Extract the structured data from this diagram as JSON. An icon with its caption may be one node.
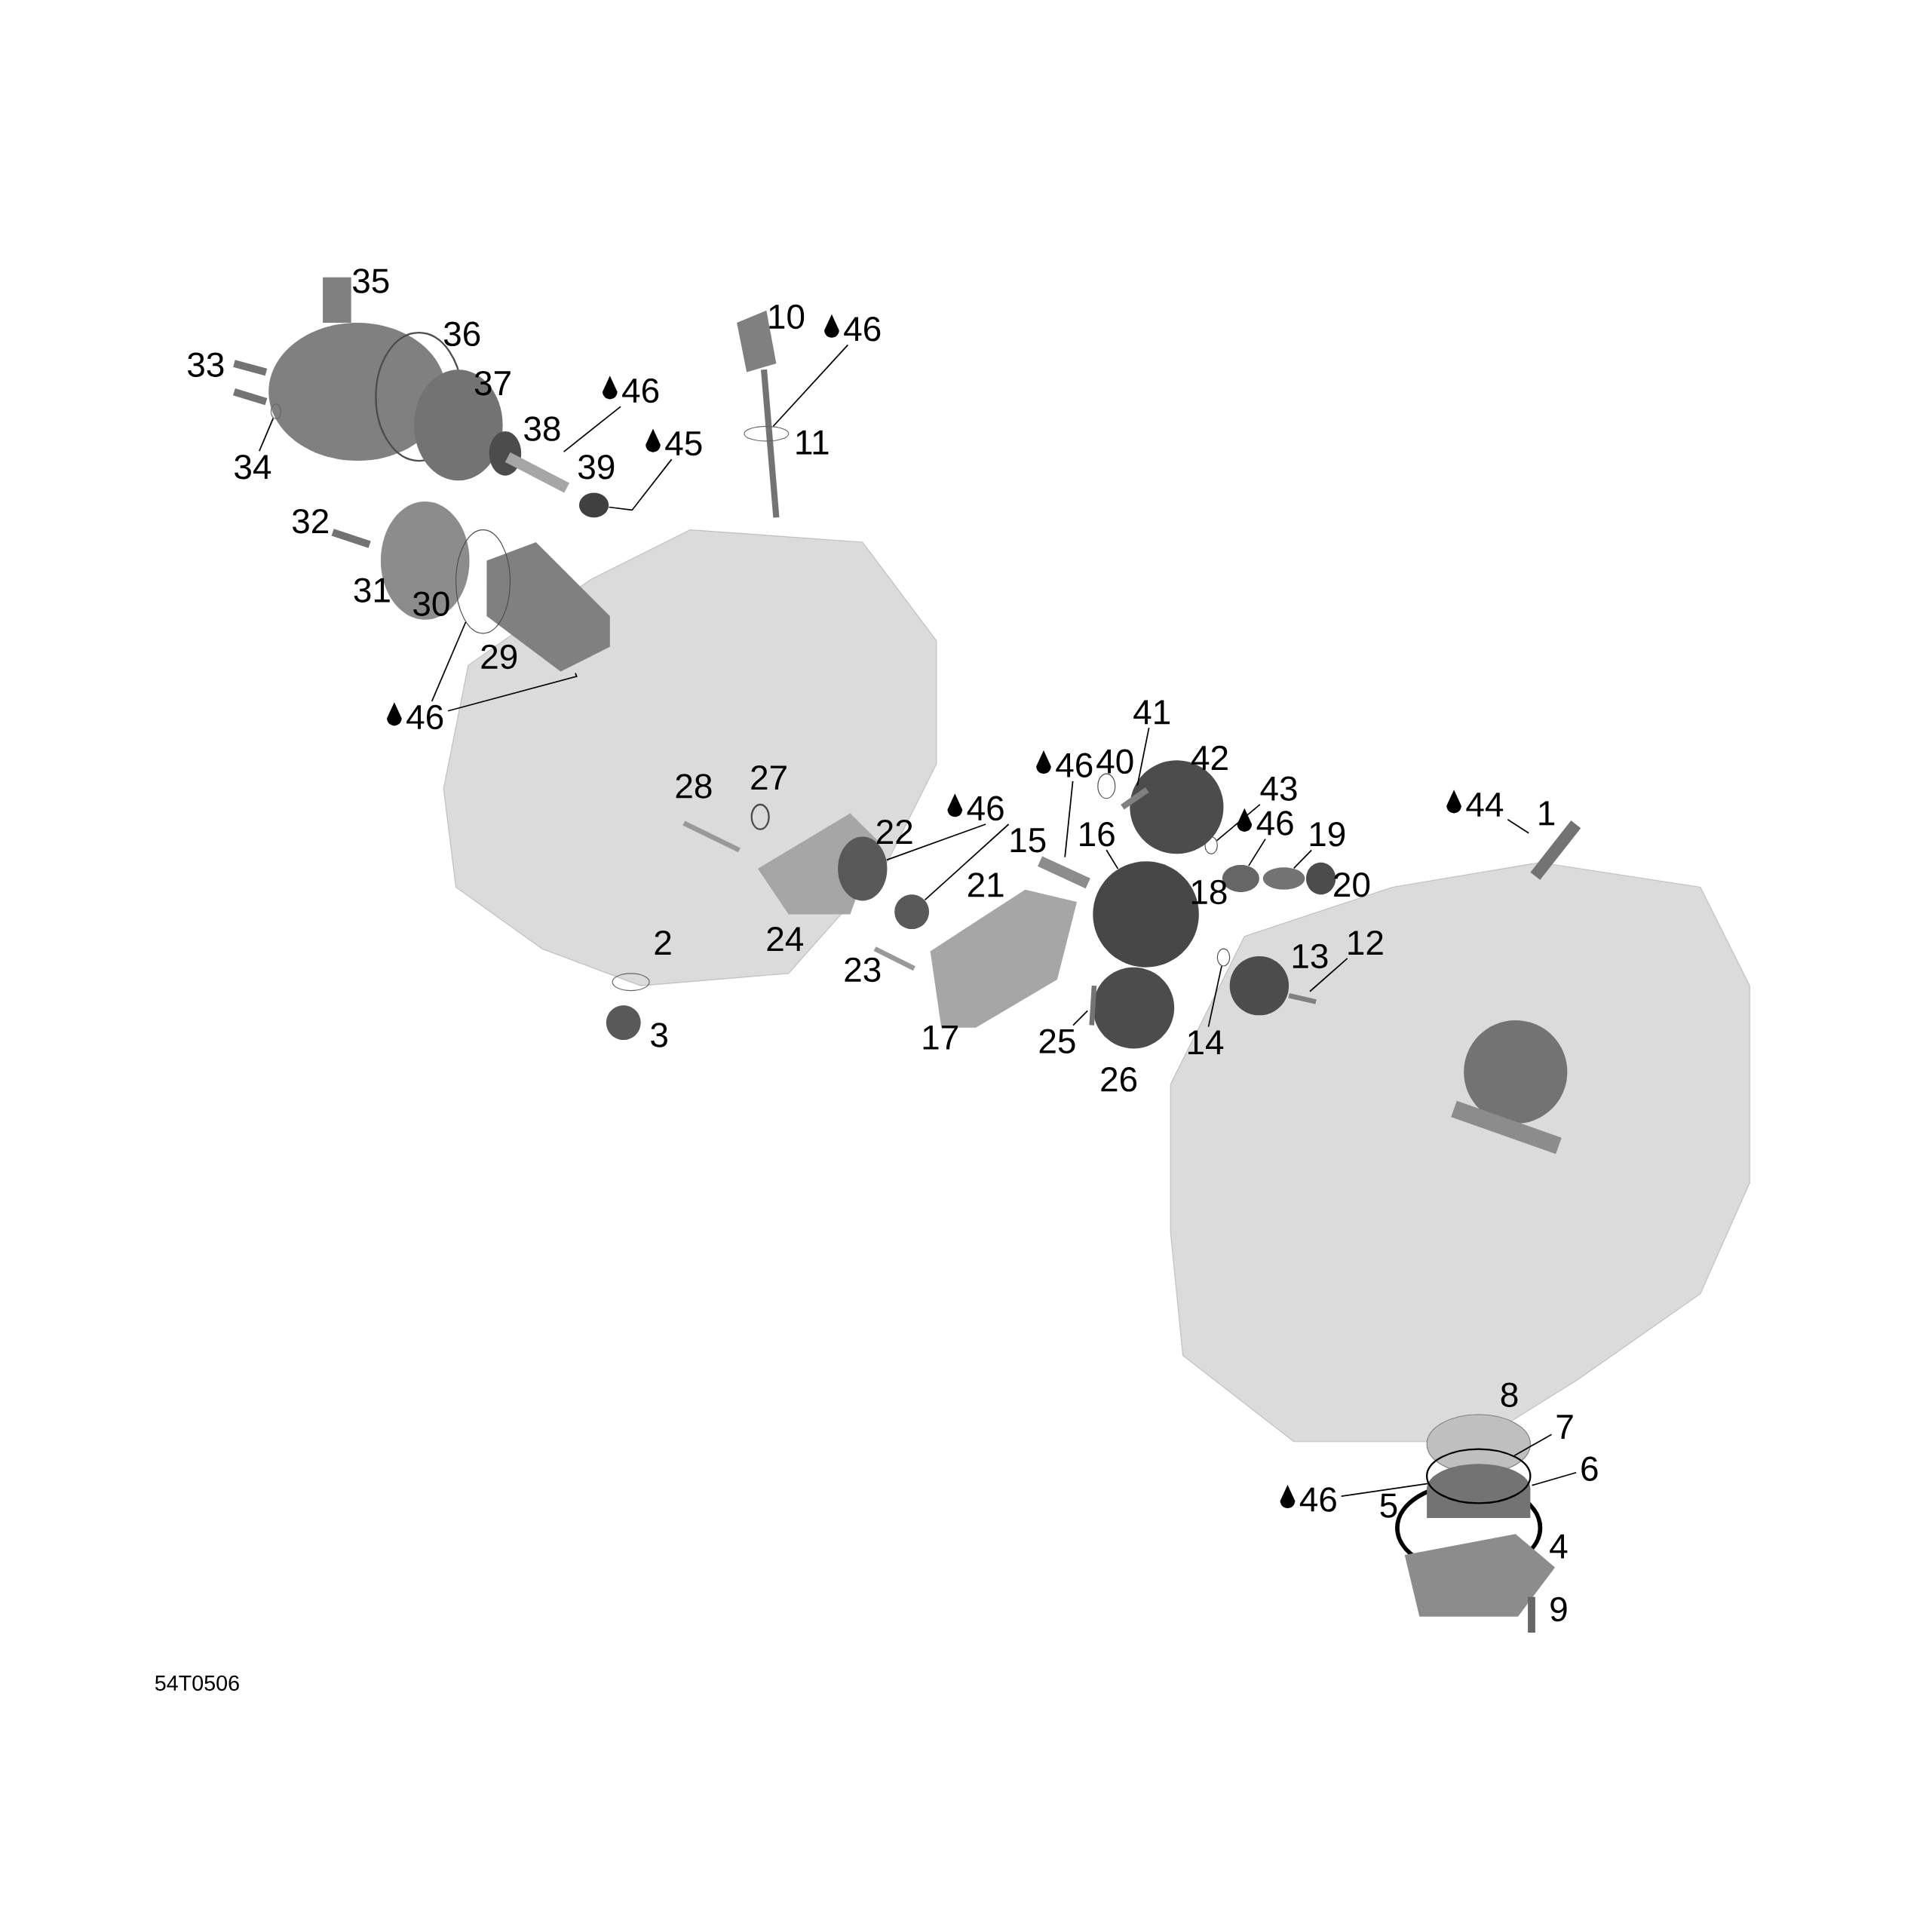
{
  "diagram": {
    "nodes": [
      {
        "text": [
          "46"
        ]
      },
      {
        "text": [
          "34"
        ]
      },
      {
        "text": [
          "46"
        ]
      },
      {
        "text": [
          "45"
        ]
      },
      {
        "text": [
          "46"
        ]
      },
      {
        "text": [
          "46"
        ]
      },
      {
        "text": [
          "46"
        ]
      },
      {
        "text": [
          "16"
        ]
      },
      {
        "text": [
          "41"
        ]
      },
      {
        "text": [
          "43"
        ]
      },
      {
        "text": [
          "46"
        ]
      },
      {
        "text": [
          "19"
        ]
      },
      {
        "text": [
          "14"
        ]
      },
      {
        "text": [
          "12"
        ]
      },
      {
        "text": [
          "25"
        ]
      },
      {
        "text": [
          "44"
        ]
      },
      {
        "text": [
          "7"
        ]
      },
      {
        "text": [
          "6"
        ]
      },
      {
        "text": [
          "46"
        ]
      },
      {
        "text": [],
        "shape": "circle"
      },
      {
        "text": [],
        "shape": "circle"
      },
      {
        "text": [],
        "shape": "picture"
      },
      {
        "text": [],
        "shape": "circle"
      },
      {
        "text": [],
        "shape": "circle"
      },
      {
        "text": [],
        "shape": "picture"
      },
      {
        "text": [],
        "shape": "circle"
      },
      {
        "text": [],
        "shape": "circle"
      },
      {
        "text": [],
        "shape": "picture"
      },
      {
        "text": [],
        "shape": "circle"
      },
      {
        "text": [],
        "shape": "picture"
      },
      {
        "text": [],
        "shape": "circle"
      },
      {
        "text": [],
        "shape": "circle"
      },
      {
        "text": [],
        "shape": "circle"
      },
      {
        "text": [],
        "shape": "circle"
      },
      {
        "text": [],
        "shape": "picture"
      },
      {
        "text": [],
        "shape": "picture"
      },
      {
        "text": [],
        "shape": "picture"
      },
      {
        "text": [],
        "shape": "circle"
      },
      {
        "text": [],
        "shape": "picture"
      }
    ],
    "edges": [
      {
        "from": 0,
        "to": 19,
        "arrow": "none"
      },
      {
        "from": 1,
        "to": 20,
        "arrow": "none"
      },
      {
        "from": 2,
        "to": 21,
        "arrow": "none"
      },
      {
        "from": 3,
        "to": 22,
        "arrow": "none"
      },
      {
        "from": 4,
        "to": 23,
        "arrow": "none"
      },
      {
        "from": 4,
        "to": 24,
        "arrow": "none"
      },
      {
        "from": 5,
        "to": 25,
        "arrow": "none"
      },
      {
        "from": 5,
        "to": 26,
        "arrow": "none"
      },
      {
        "from": 6,
        "to": 27,
        "arrow": "none"
      },
      {
        "from": 7,
        "to": 28,
        "arrow": "none"
      },
      {
        "from": 8,
        "to": 29,
        "arrow": "none"
      },
      {
        "from": 9,
        "to": 30,
        "arrow": "none"
      },
      {
        "from": 10,
        "to": 31,
        "arrow": "none"
      },
      {
        "from": 11,
        "to": 32,
        "arrow": "none"
      },
      {
        "from": 12,
        "to": 33,
        "arrow": "none"
      },
      {
        "from": 13,
        "to": 34,
        "arrow": "none"
      },
      {
        "from": 14,
        "to": 35,
        "arrow": "none"
      },
      {
        "from": 15,
        "to": 36,
        "arrow": "none"
      },
      {
        "from": 16,
        "to": 37,
        "arrow": "none"
      },
      {
        "from": 17,
        "to": 38,
        "arrow": "none"
      },
      {
        "from": 18,
        "to": 37,
        "arrow": "none"
      }
    ],
    "labels": [
      "35",
      "10",
      "36",
      "33",
      "37",
      "38",
      "11",
      "39",
      "32",
      "31",
      "30",
      "29",
      "40",
      "42",
      "27",
      "28",
      "1",
      "22",
      "15",
      "21",
      "20",
      "18",
      "24",
      "2",
      "13",
      "23",
      "3",
      "17",
      "26",
      "8",
      "5",
      "4",
      "9",
      "54T0506"
    ]
  }
}
